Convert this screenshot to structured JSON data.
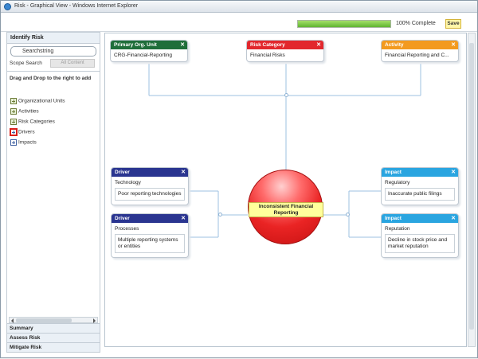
{
  "window": {
    "title": "Risk - Graphical View - Windows Internet Explorer"
  },
  "toolbar": {
    "progress_percent": 100,
    "progress_label": "100% Complete",
    "save_label": "Save"
  },
  "sidebar": {
    "header": "Identify Risk",
    "search_value": "Searchstring",
    "scope_label": "Scope Search",
    "scope_value": "All Content",
    "drag_hint": "Drag and Drop to the right to add",
    "tree": [
      {
        "label": "Organizational Units"
      },
      {
        "label": "Activities"
      },
      {
        "label": "Risk Categories"
      },
      {
        "label": "Drivers"
      },
      {
        "label": "Impacts"
      }
    ],
    "accordion": [
      "Summary",
      "Assess Risk",
      "Mitigate Risk"
    ]
  },
  "colors": {
    "org_unit": "#1f6e3a",
    "risk_category": "#e2272d",
    "activity": "#f39a1f",
    "driver": "#2a3590",
    "impact": "#2aa5e0",
    "connector": "#9cc1e2"
  },
  "canvas": {
    "org_unit": {
      "header": "Primary Org. Unit",
      "value": "CRG-Financial-Reporting"
    },
    "risk_category": {
      "header": "Risk Category",
      "value": "Financial Risks"
    },
    "activity": {
      "header": "Activity",
      "value": "Financial Reporting and C..."
    },
    "center": {
      "label": "Inconsistent Financial Reporting"
    },
    "drivers": [
      {
        "header": "Driver",
        "name": "Technology",
        "desc": "Poor reporting technologies"
      },
      {
        "header": "Driver",
        "name": "Processes",
        "desc": "Multiple reporting systems or entities"
      }
    ],
    "impacts": [
      {
        "header": "Impact",
        "name": "Regulatory",
        "desc": "Inaccurate public filings"
      },
      {
        "header": "Impact",
        "name": "Reputation",
        "desc": "Decline in stock price and market reputation"
      }
    ]
  }
}
